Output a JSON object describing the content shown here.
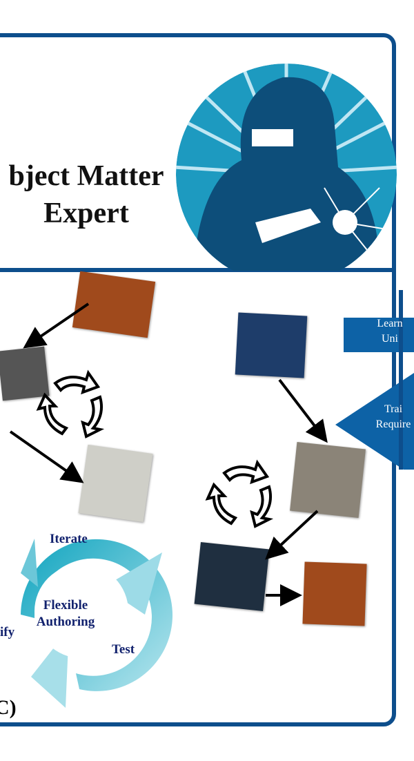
{
  "title": {
    "line1": "bject Matter",
    "line2": "Expert"
  },
  "side_labels": {
    "learning_unit": [
      "Learn",
      "Uni"
    ],
    "training_requirements": [
      "Trai",
      "Require"
    ]
  },
  "cycle": {
    "center": [
      "Flexible",
      "Authoring"
    ],
    "iterate": "Iterate",
    "test": "Test",
    "verify": "ify"
  },
  "panel_label": "C)",
  "colors": {
    "frame": "#0d4e8c",
    "cycle": "#1aa9c2",
    "text_dark": "#12226e"
  }
}
